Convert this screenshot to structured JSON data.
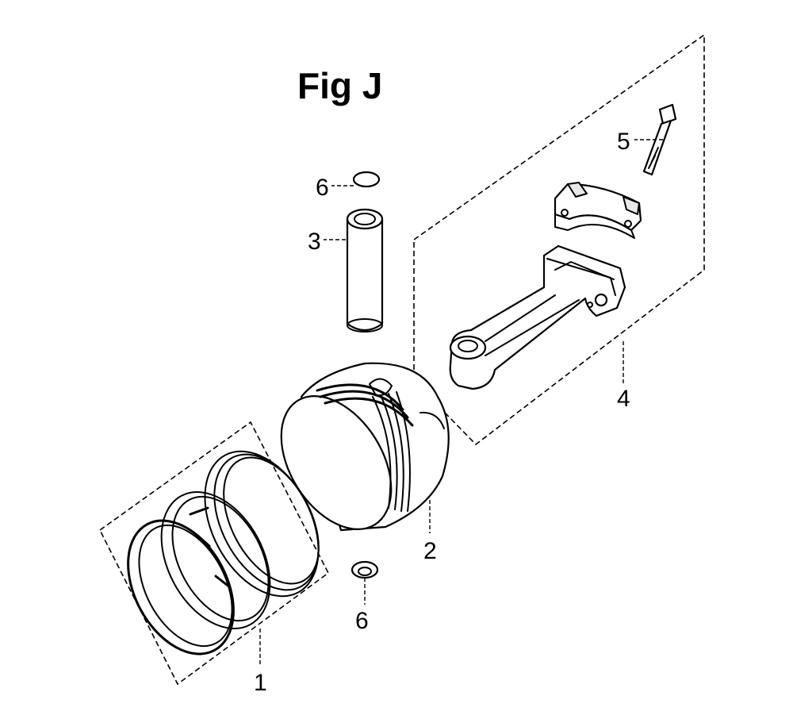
{
  "figure": {
    "title": "Fig J",
    "callouts": {
      "ring_set": "1",
      "piston": "2",
      "piston_pin": "3",
      "connecting_rod": "4",
      "rod_bolt": "5",
      "clip_upper": "6",
      "clip_lower": "6"
    }
  }
}
